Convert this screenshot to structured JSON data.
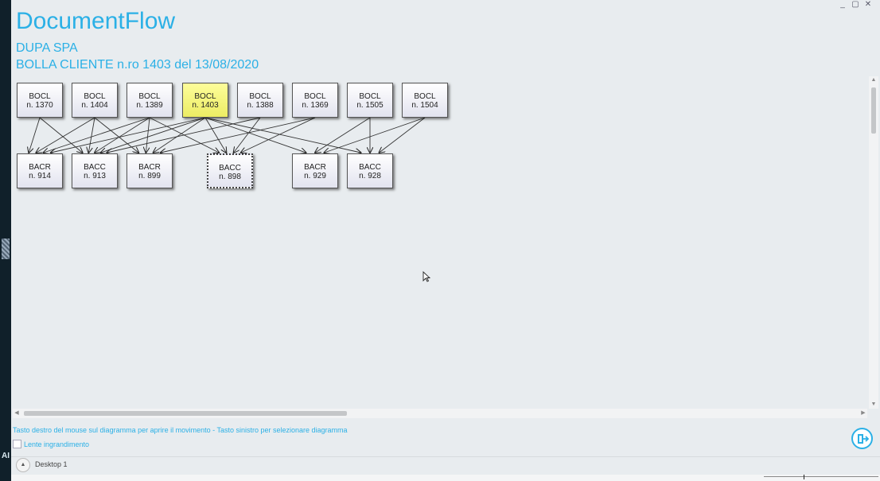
{
  "window": {
    "controls": [
      "_",
      "▢",
      "✕"
    ]
  },
  "app_title": "DocumentFlow",
  "company": "DUPA SPA",
  "document_title": "BOLLA CLIENTE n.ro 1403 del 13/08/2020",
  "nodes": [
    {
      "type": "BOCL",
      "number": "n. 1370",
      "highlighted": false,
      "dashed": false
    },
    {
      "type": "BOCL",
      "number": "n. 1404",
      "highlighted": false,
      "dashed": false
    },
    {
      "type": "BOCL",
      "number": "n. 1389",
      "highlighted": false,
      "dashed": false
    },
    {
      "type": "BOCL",
      "number": "n. 1403",
      "highlighted": true,
      "dashed": false
    },
    {
      "type": "BOCL",
      "number": "n. 1388",
      "highlighted": false,
      "dashed": false
    },
    {
      "type": "BOCL",
      "number": "n. 1369",
      "highlighted": false,
      "dashed": false
    },
    {
      "type": "BOCL",
      "number": "n. 1505",
      "highlighted": false,
      "dashed": false
    },
    {
      "type": "BOCL",
      "number": "n. 1504",
      "highlighted": false,
      "dashed": false
    },
    {
      "type": "BACR",
      "number": "n. 914",
      "highlighted": false,
      "dashed": false
    },
    {
      "type": "BACC",
      "number": "n. 913",
      "highlighted": false,
      "dashed": false
    },
    {
      "type": "BACR",
      "number": "n. 899",
      "highlighted": false,
      "dashed": false
    },
    {
      "type": "BACC",
      "number": "n. 898",
      "highlighted": false,
      "dashed": true
    },
    {
      "type": "BACR",
      "number": "n. 929",
      "highlighted": false,
      "dashed": false
    },
    {
      "type": "BACC",
      "number": "n. 928",
      "highlighted": false,
      "dashed": false
    }
  ],
  "edges": [
    [
      0,
      8
    ],
    [
      0,
      9
    ],
    [
      1,
      8
    ],
    [
      1,
      9
    ],
    [
      1,
      10
    ],
    [
      2,
      8
    ],
    [
      2,
      9
    ],
    [
      2,
      10
    ],
    [
      2,
      11
    ],
    [
      3,
      8
    ],
    [
      3,
      9
    ],
    [
      3,
      10
    ],
    [
      3,
      11
    ],
    [
      3,
      12
    ],
    [
      3,
      13
    ],
    [
      4,
      9
    ],
    [
      4,
      11
    ],
    [
      5,
      10
    ],
    [
      5,
      11
    ],
    [
      6,
      12
    ],
    [
      6,
      13
    ],
    [
      7,
      12
    ],
    [
      7,
      13
    ]
  ],
  "footer": {
    "hint": "Tasto destro del mouse sul diagramma per aprire il movimento - Tasto sinistro per selezionare diagramma",
    "lens_label": "Lente ingrandimento",
    "lens_checked": false
  },
  "taskbar": {
    "desktop_label": "Desktop 1"
  },
  "left_strip_label": "AI",
  "colors": {
    "accent": "#2bb0e6",
    "highlight": "#f2f27a",
    "node_fill": "#ecedf6"
  },
  "icons": {
    "exit": "exit-door-icon",
    "expand": "chevron-up-icon"
  }
}
